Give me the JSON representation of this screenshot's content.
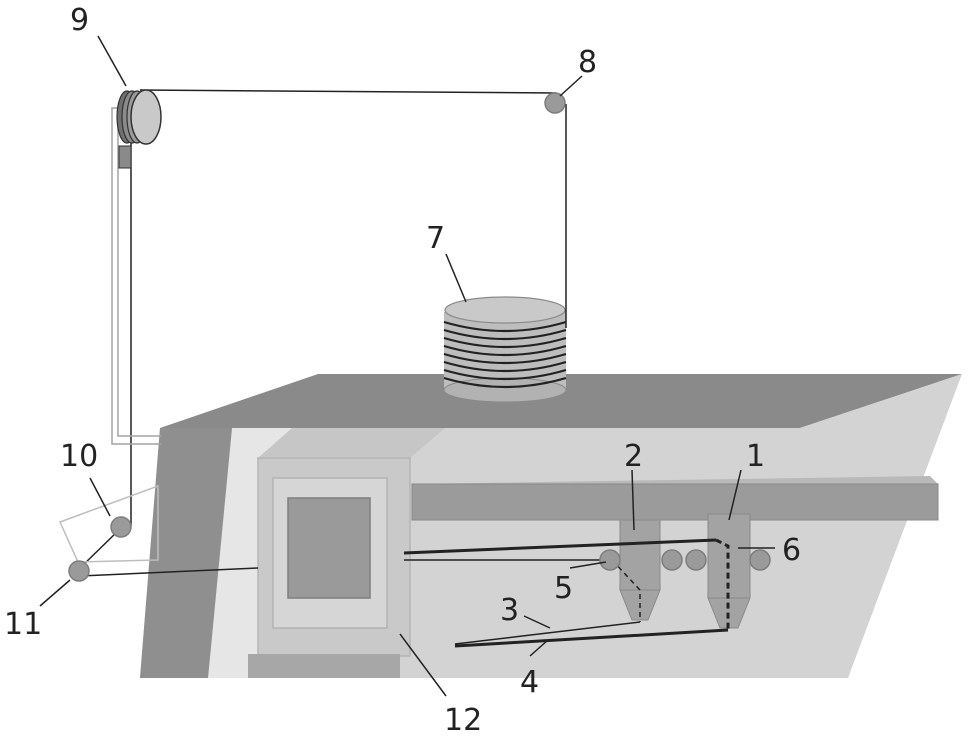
{
  "labels": {
    "l1": "1",
    "l2": "2",
    "l3": "3",
    "l4": "4",
    "l5": "5",
    "l6": "6",
    "l7": "7",
    "l8": "8",
    "l9": "9",
    "l10": "10",
    "l11": "11",
    "l12": "12"
  },
  "colors": {
    "top_surface": "#8a8a8a",
    "front_face": "#d2d2d2",
    "left_pillar": "#8f8f8f",
    "panel": "#c9c9c9",
    "panel_inner": "#d6d6d6",
    "screen": "#9a9a9a",
    "rail": "#9b9b9b",
    "spool_body": "#bdbdbd",
    "pulley": "#9a9a9a",
    "line": "#222222"
  }
}
